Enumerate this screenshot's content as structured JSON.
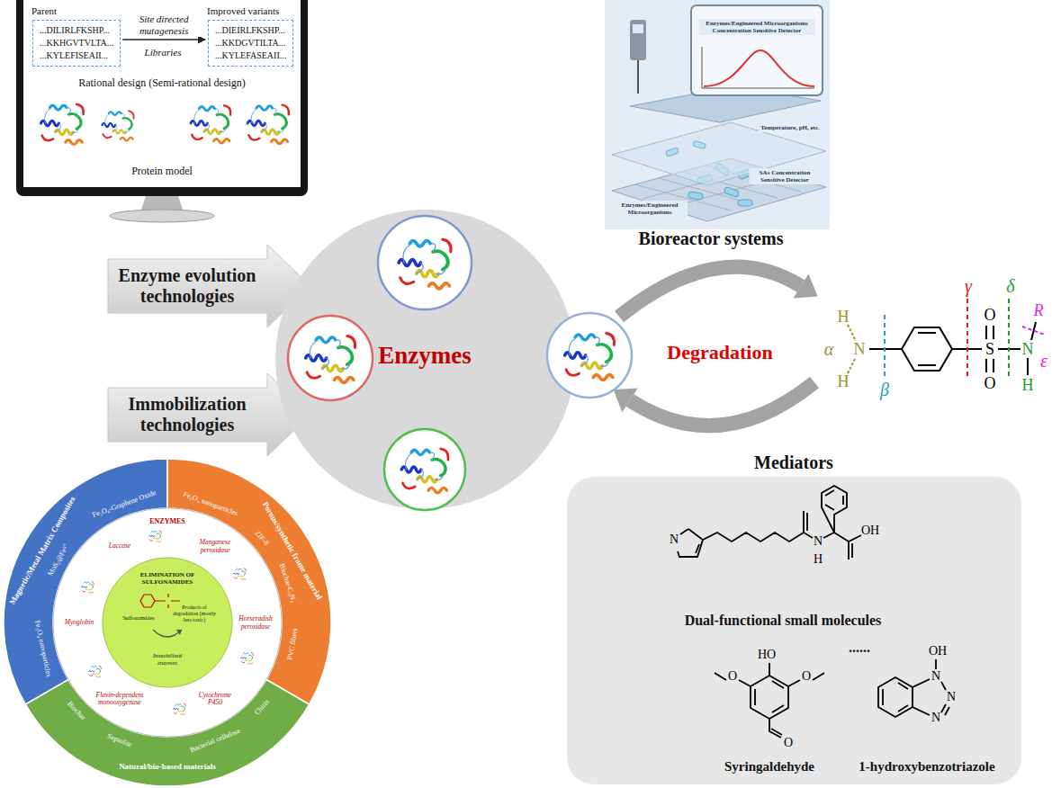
{
  "diagram": {
    "nodes": [
      {
        "text": [
          "Rational design (Semi-rational design)",
          "Protein model"
        ]
      },
      {
        "text": [
          "Parent",
          "...DILIRLFKSHP...",
          "...KKHGVTVLTA...",
          "...KYLEFISEAII..."
        ],
        "in": 0
      },
      {
        "text": [
          "Improved variants",
          "...DIEIRLFKSHP...",
          "...KKDGVTILTA...",
          "...KYLEFASEAII..."
        ],
        "in": 0
      },
      {
        "text": [
          "Enzyme evolution technologies"
        ]
      },
      {
        "text": [
          "Immobilization technologies"
        ]
      },
      {
        "text": [
          "Enzymes"
        ]
      },
      {
        "text": [
          "Mediators",
          "Dual-functional small molecules",
          "Syringaldehyde",
          "1-hydroxybenzotriazole",
          "......"
        ]
      },
      {
        "text": [
          "Magnetic/Metal Matrix Composites",
          "Fe₃O₄-Graphene Oxide",
          "MoS₂@Fe³⁺",
          "Fe₃O₄ nanoparticles"
        ]
      },
      {
        "text": [
          "Porous/synthetic frame material",
          "Fe₃O₄ nanoparticles",
          "ZIF-8",
          "Biochar-C₃N₄",
          "PVC fibers"
        ]
      },
      {
        "text": [
          "Natural/bio-based materials",
          "Chitin",
          "Bacterial cellulose",
          "Sepiolite",
          "Biochar"
        ]
      },
      {
        "text": [
          "ENZYMES",
          "Laccase",
          "Manganese peroxidase",
          "Horseradish peroxidase",
          "Cytochrome P450",
          "Flavin-dependent monooxygenase",
          "Myoglobin"
        ]
      },
      {
        "text": [
          "ELIMINATION OF SULFONAMIDES",
          "Sulfonamides",
          "Products of degradation (mostly less toxic)",
          "Immobilized enzymes"
        ]
      }
    ],
    "edges": [
      {
        "from": 1,
        "to": 2,
        "label": "Site directed mutagenesis",
        "arrow": "to"
      }
    ],
    "labels": [
      "Libraries",
      "Bioreactor systems",
      "Degradation",
      "Enzymes/Engineered Microorganisms Concentration Sensitive Detector",
      "Temperature, pH, etc.",
      "Enzymes/Engineered Microorganisms",
      "SAs Concentration Sensitive Detector",
      "H",
      "N",
      "H",
      "α",
      "β",
      "γ",
      "S",
      "O",
      "O",
      "δ",
      "N",
      "R",
      "ε",
      "H",
      "N",
      "N",
      "H",
      "OH",
      "HO",
      "O",
      "O",
      "O",
      "OH",
      "N",
      "N",
      "N"
    ]
  }
}
